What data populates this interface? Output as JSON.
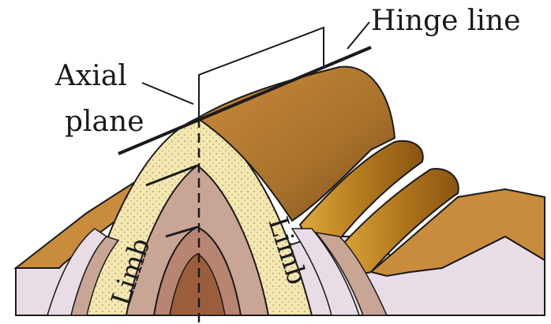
{
  "labels": {
    "hinge_line": "Hinge line",
    "axial_line1": "Axial",
    "axial_line2": "plane",
    "limb_left": "Limb",
    "limb_right": "Limb"
  },
  "colors": {
    "outline": "#1a1a1a",
    "ground_top": "#c98c3c",
    "ground_side": "#e8dde6",
    "ridge_brown": "#b5782f",
    "ridge_dark": "#7a4a1a",
    "limb_outer_cream": "#f4e7b0",
    "layer_pink": "#c9a596",
    "layer_rose": "#b88573",
    "core_brown": "#9b5e3c",
    "gold_band": "#d49a2a"
  }
}
